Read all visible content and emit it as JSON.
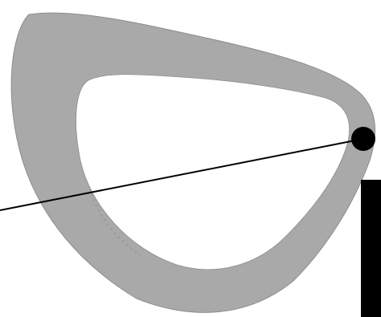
{
  "colors": {
    "background": "#ffffff",
    "ring_fill": "#a9a9a9",
    "ring_edge": "#8c8c8c",
    "inner_fill": "#ffffff",
    "line": "#000000",
    "dot": "#000000",
    "bar": "#000000"
  },
  "elements": {
    "ring": "rounded-triangle-ring",
    "pointer": "leader-line",
    "marker": "filled-circle-marker",
    "bar": "solid-black-bar"
  }
}
